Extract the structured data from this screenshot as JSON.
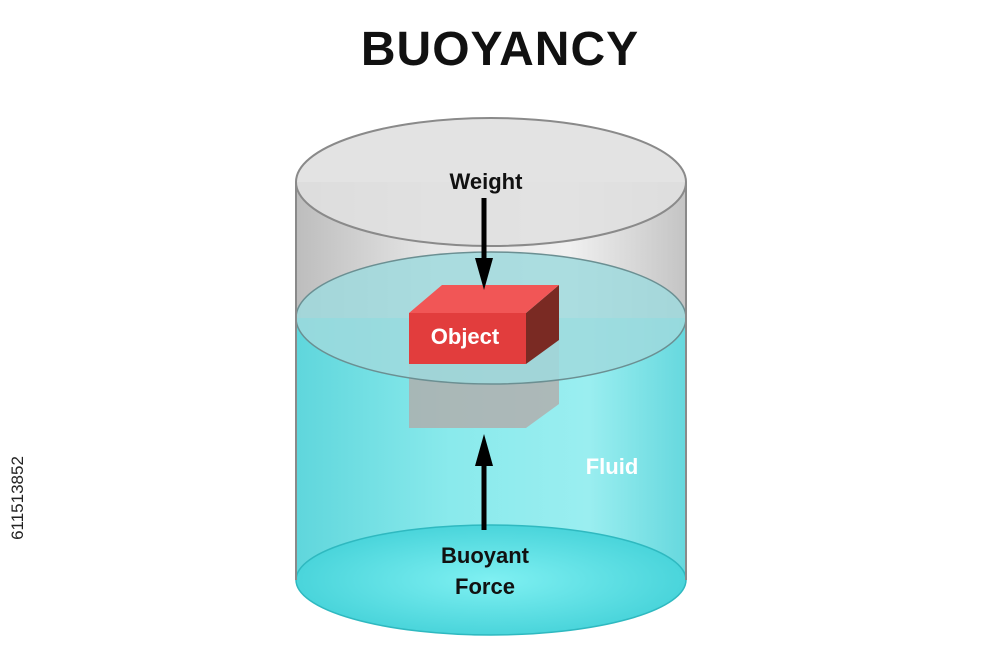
{
  "title": "BUOYANCY",
  "labels": {
    "weight": "Weight",
    "object": "Object",
    "fluid": "Fluid",
    "buoyant_line1": "Buoyant",
    "buoyant_line2": "Force"
  },
  "stock_id": "611513852",
  "colors": {
    "fluid": "#7fe3e6",
    "fluid_dark": "#3fcfd6",
    "glass": "#cfcfcf",
    "object_front": "#e23d3d",
    "object_top": "#f15656",
    "object_side": "#7a2a23",
    "arrow": "#000000"
  }
}
